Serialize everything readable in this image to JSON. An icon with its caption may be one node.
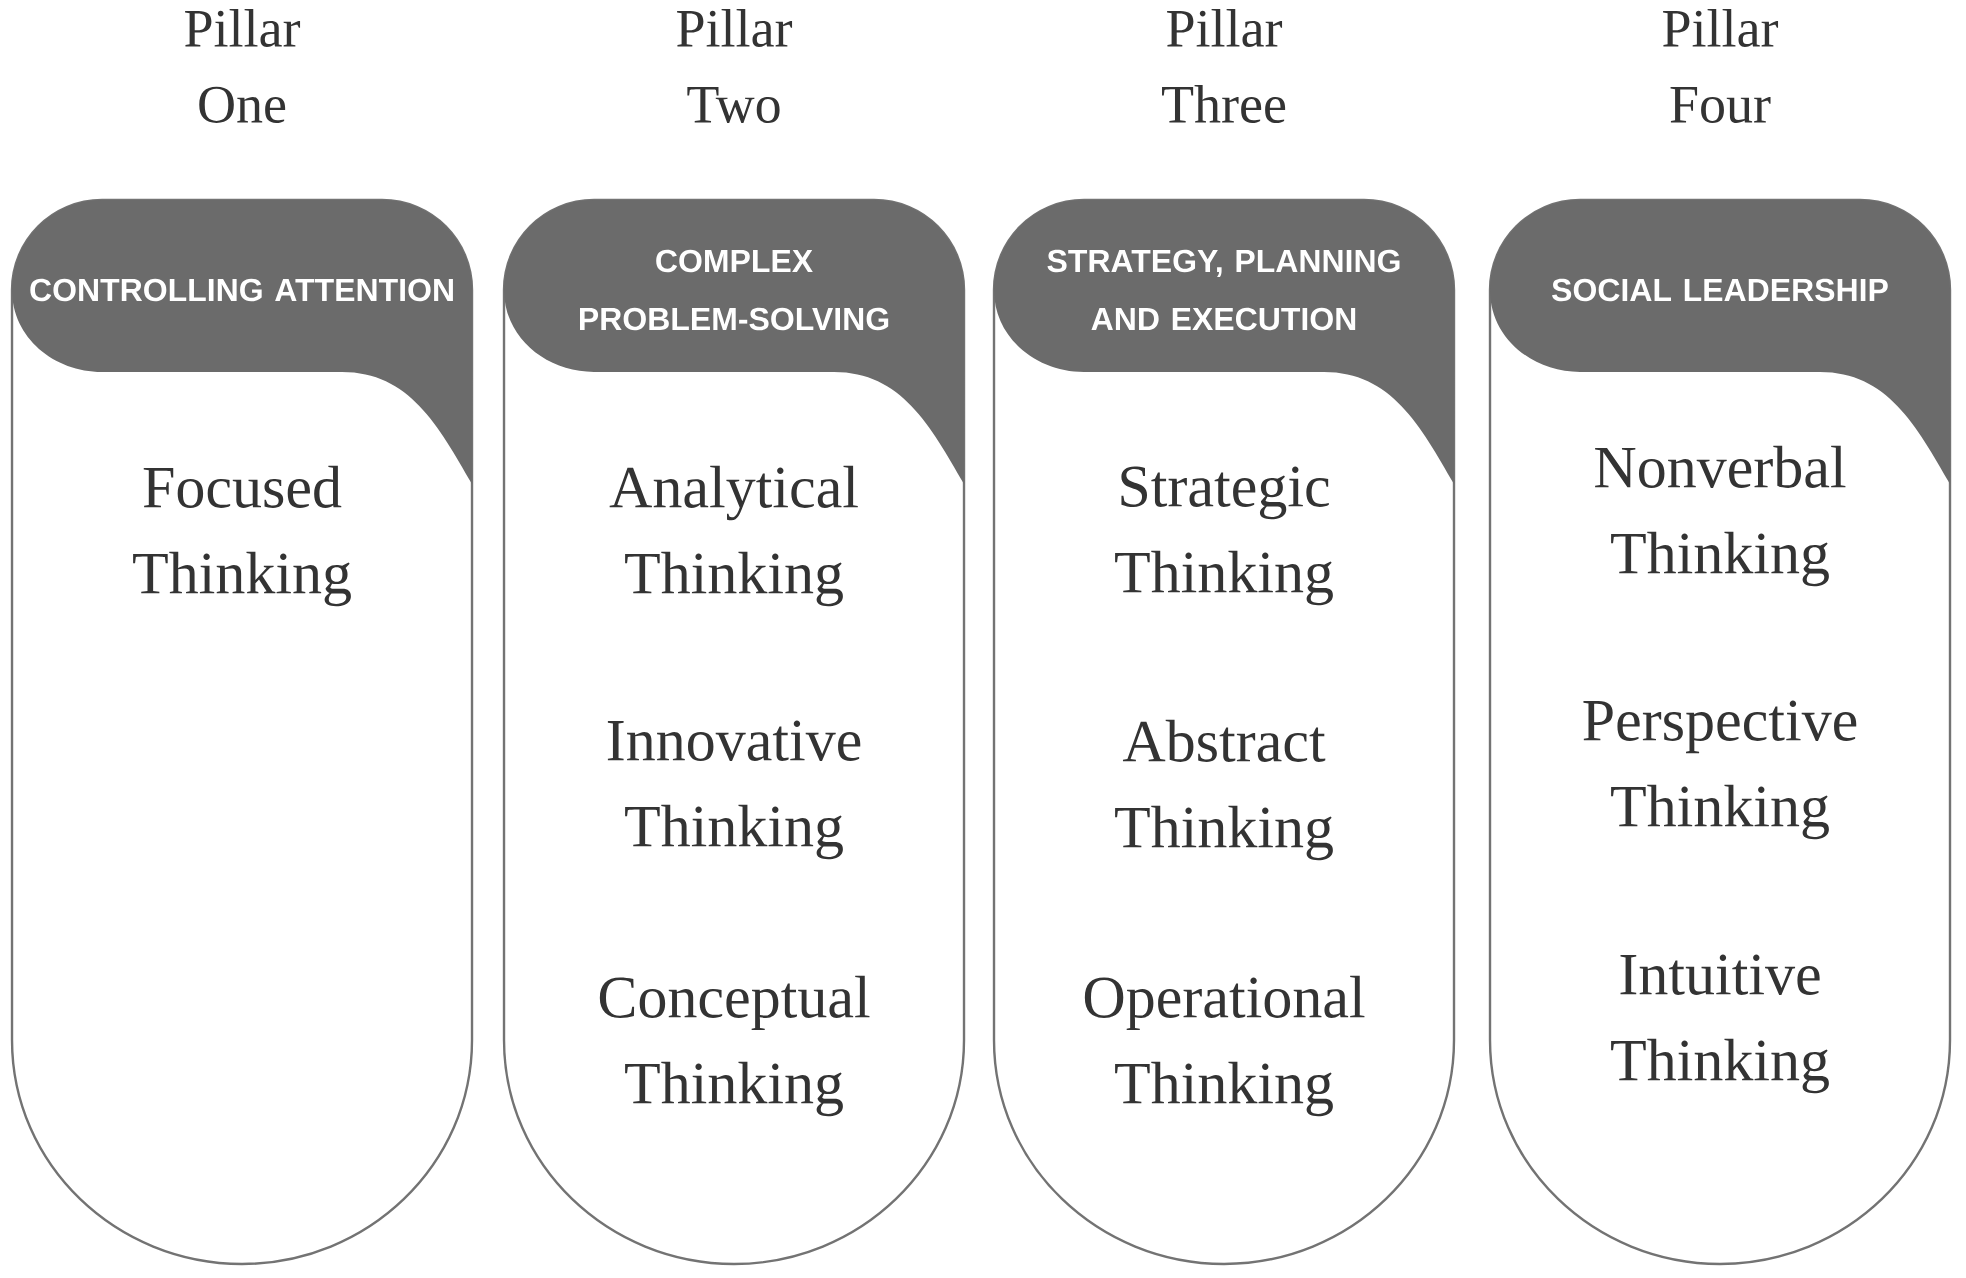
{
  "diagram": {
    "nodes": [
      {
        "text": [
          "Pillar One",
          "Focused Thinking"
        ]
      },
      {
        "text": [
          "CONTROLLING ATTENTION"
        ],
        "in": 0
      },
      {
        "text": [
          "Pillar Two",
          "Analytical Thinking",
          "Innovative Thinking",
          "Conceptual Thinking"
        ]
      },
      {
        "text": [
          "COMPLEX PROBLEM-SOLVING"
        ],
        "in": 2
      },
      {
        "text": [
          "Pillar Three",
          "Strategic Thinking",
          "Abstract Thinking",
          "Operational Thinking"
        ]
      },
      {
        "text": [
          "STRATEGY, PLANNING AND EXECUTION"
        ],
        "in": 4
      },
      {
        "text": [
          "Pillar Four",
          "Nonverbal Thinking",
          "Perspective Thinking",
          "Intuitive Thinking"
        ]
      },
      {
        "text": [
          "SOCIAL LEADERSHIP"
        ],
        "in": 6
      }
    ]
  }
}
